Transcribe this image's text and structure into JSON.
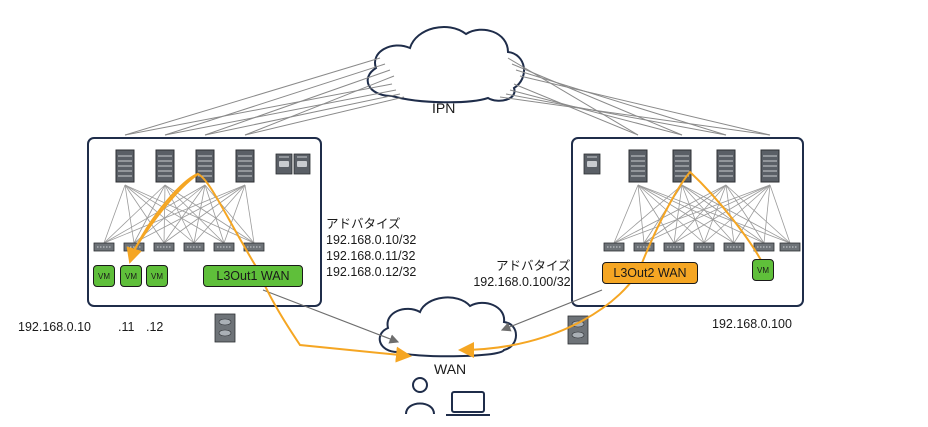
{
  "clouds": {
    "ipn_label": "IPN",
    "wan_label": "WAN"
  },
  "site1": {
    "l3out_label": "L3Out1 WAN",
    "vm_labels": [
      "VM",
      "VM",
      "VM"
    ],
    "ip_labels": {
      "first": "192.168.0.10",
      "second": ".11",
      "third": ".12"
    },
    "advertise": {
      "title": "アドバタイズ",
      "routes": [
        "192.168.0.10/32",
        "192.168.0.11/32",
        "192.168.0.12/32"
      ]
    }
  },
  "site2": {
    "l3out_label": "L3Out2 WAN",
    "vm_label": "VM",
    "ip_label": "192.168.0.100",
    "advertise": {
      "title": "アドバタイズ",
      "routes": [
        "192.168.0.100/32"
      ]
    }
  },
  "colors": {
    "orange": "#f5a623",
    "green": "#5fbf3a",
    "border": "#1f2d4a",
    "line_gray": "#8a8a8a",
    "device_gray": "#6e7378"
  }
}
